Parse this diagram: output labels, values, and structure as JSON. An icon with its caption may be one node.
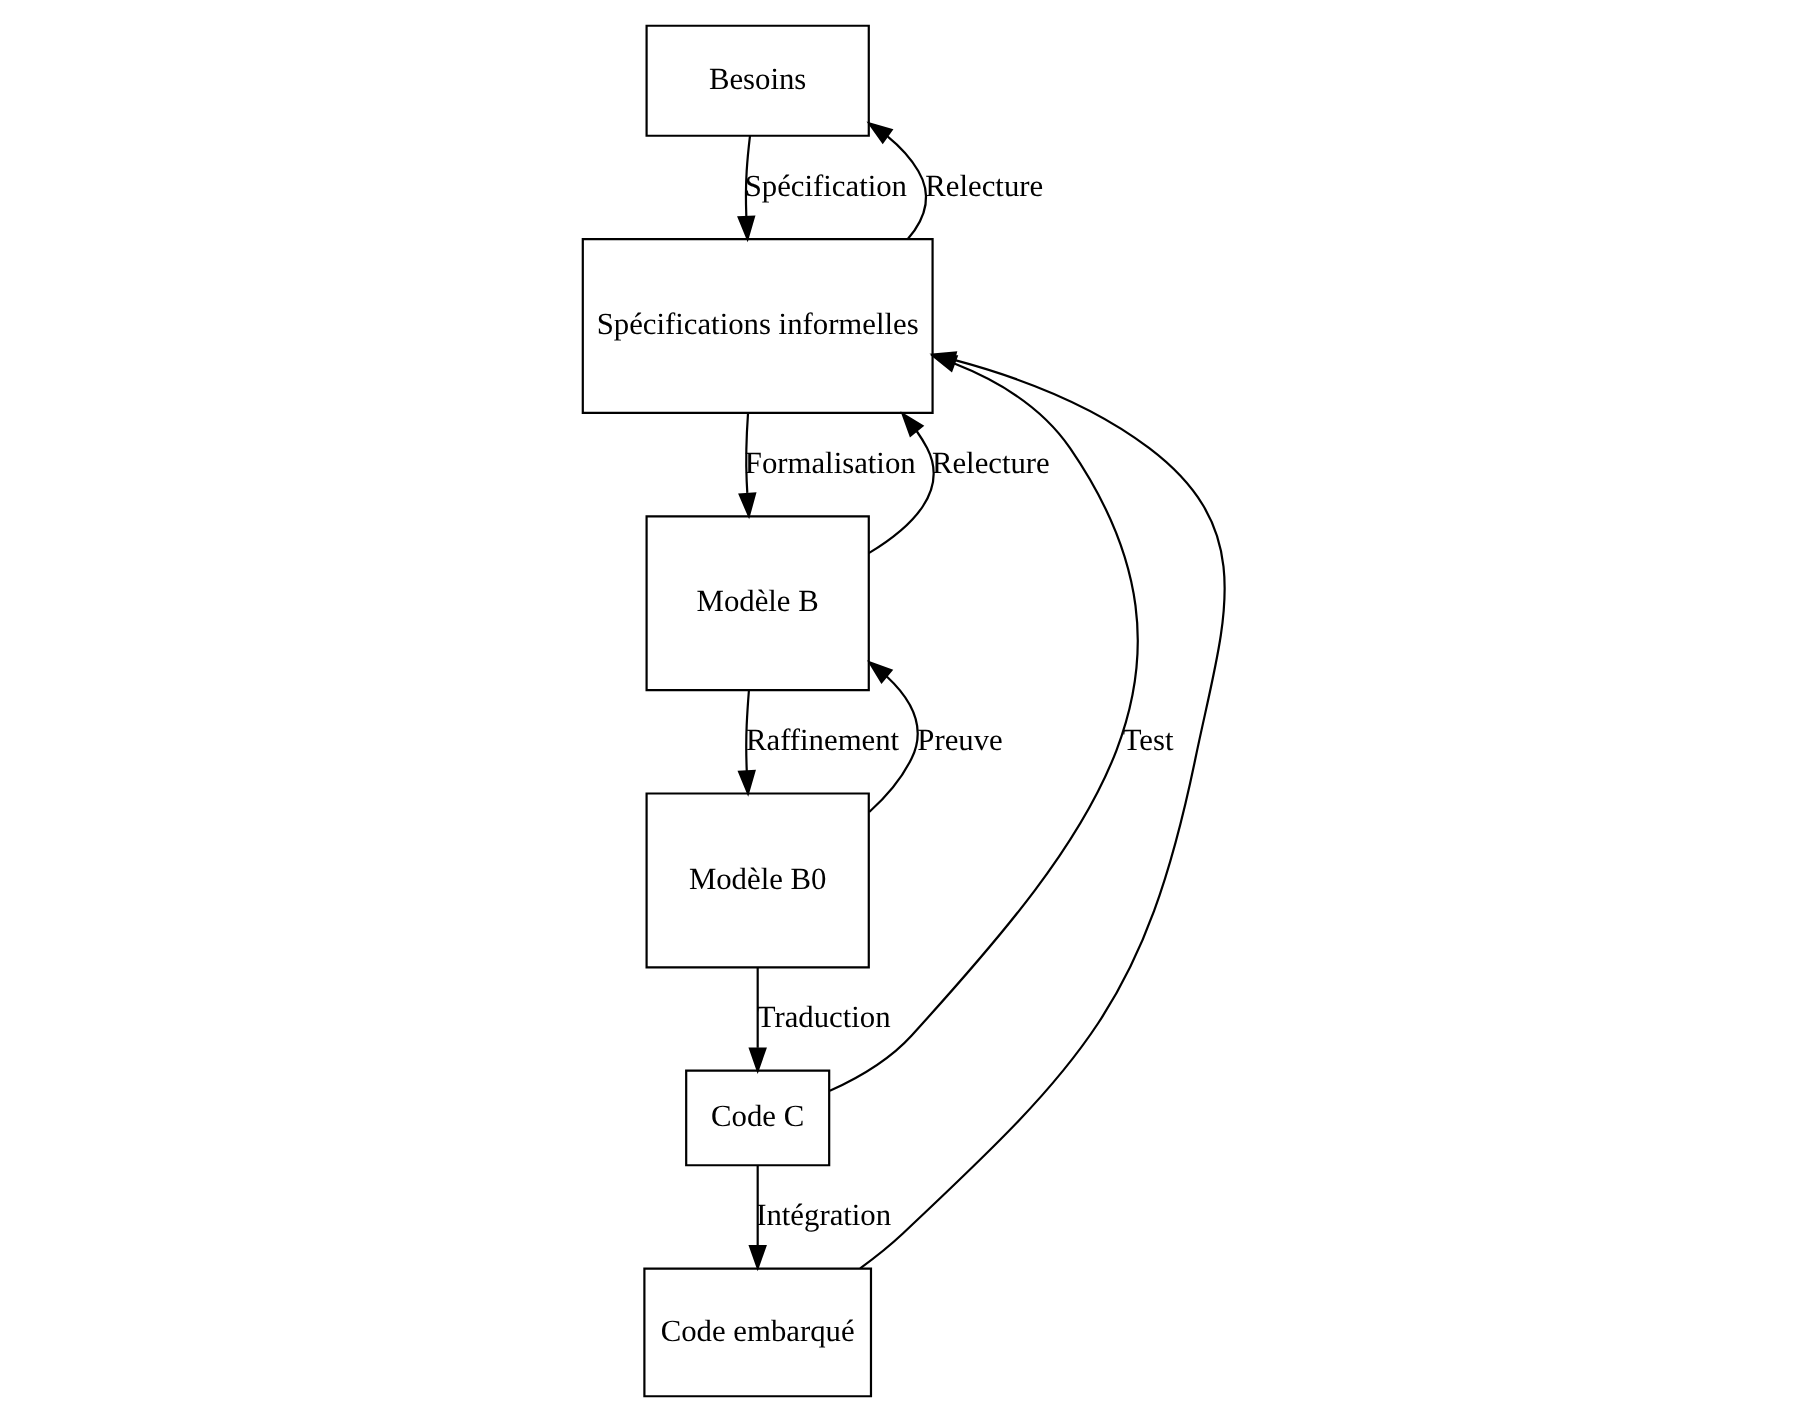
{
  "diagram": {
    "nodes": [
      {
        "text": [
          "Besoins"
        ]
      },
      {
        "text": [
          "Spécifications informelles"
        ]
      },
      {
        "text": [
          "Modèle B"
        ]
      },
      {
        "text": [
          "Modèle B0"
        ]
      },
      {
        "text": [
          "Code C"
        ]
      },
      {
        "text": [
          "Code embarqué"
        ]
      }
    ],
    "edges": [
      {
        "from": 0,
        "to": 1,
        "arrow": "to",
        "label": "Spécification"
      },
      {
        "from": 1,
        "to": 0,
        "arrow": "to",
        "label": "Relecture"
      },
      {
        "from": 1,
        "to": 2,
        "arrow": "to",
        "label": "Formalisation"
      },
      {
        "from": 2,
        "to": 1,
        "arrow": "to",
        "label": "Relecture"
      },
      {
        "from": 2,
        "to": 3,
        "arrow": "to",
        "label": "Raffinement"
      },
      {
        "from": 3,
        "to": 2,
        "arrow": "to",
        "label": "Preuve"
      },
      {
        "from": 3,
        "to": 4,
        "arrow": "to",
        "label": "Traduction"
      },
      {
        "from": 4,
        "to": 5,
        "arrow": "to",
        "label": "Intégration"
      },
      {
        "from": 4,
        "to": 1,
        "arrow": "to",
        "label": "Test"
      },
      {
        "from": 5,
        "to": 1,
        "arrow": "to"
      }
    ]
  }
}
